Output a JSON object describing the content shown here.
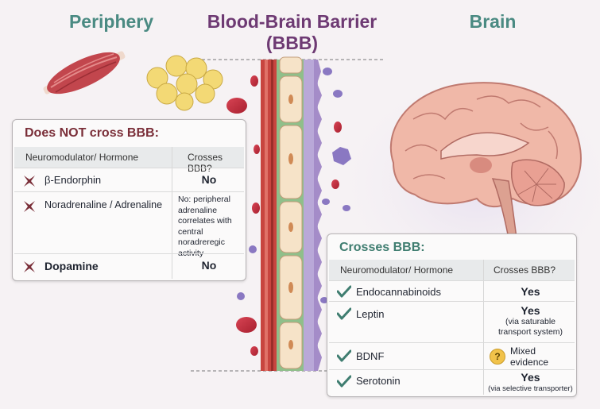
{
  "headings": {
    "periphery": "Periphery",
    "bbb_line1": "Blood-Brain Barrier",
    "bbb_line2": "(BBB)",
    "brain": "Brain"
  },
  "not_cross": {
    "title": "Does NOT cross BBB:",
    "col1": "Neuromodulator/ Hormone",
    "col2": "Crosses BBB?",
    "rows": [
      {
        "name": "β-Endorphin",
        "value": "No"
      },
      {
        "name": "Noradrenaline / Adrenaline",
        "note": [
          "No: peripheral",
          "adrenaline",
          "correlates with",
          "central noradreregic",
          "activity"
        ]
      },
      {
        "name": "Dopamine",
        "value": "No"
      }
    ]
  },
  "crosses": {
    "title": "Crosses BBB:",
    "col1": "Neuromodulator/ Hormone",
    "col2": "Crosses BBB?",
    "rows": [
      {
        "name": "Endocannabinoids",
        "value": "Yes"
      },
      {
        "name": "Leptin",
        "value": "Yes",
        "sub": [
          "(via saturable",
          "transport system)"
        ]
      },
      {
        "name": "BDNF",
        "value_lines": [
          "Mixed",
          "evidence"
        ],
        "icon": "question-icon"
      },
      {
        "name": "Serotonin",
        "value": "Yes",
        "sub": [
          "(via selective transporter)"
        ]
      }
    ]
  },
  "colors": {
    "periphery_heading": "#4a8a82",
    "bbb_heading": "#6e3a73",
    "no_title": "#7a2e38",
    "yes_title": "#3f7d70",
    "check": "#3f7d70",
    "cross": "#7a2e38"
  },
  "icons": {
    "muscle": "muscle-icon",
    "fat": "fat-cells-icon",
    "brain": "brain-illustration",
    "cross": "x-mark-icon",
    "check": "check-mark-icon",
    "question": "question-icon"
  }
}
